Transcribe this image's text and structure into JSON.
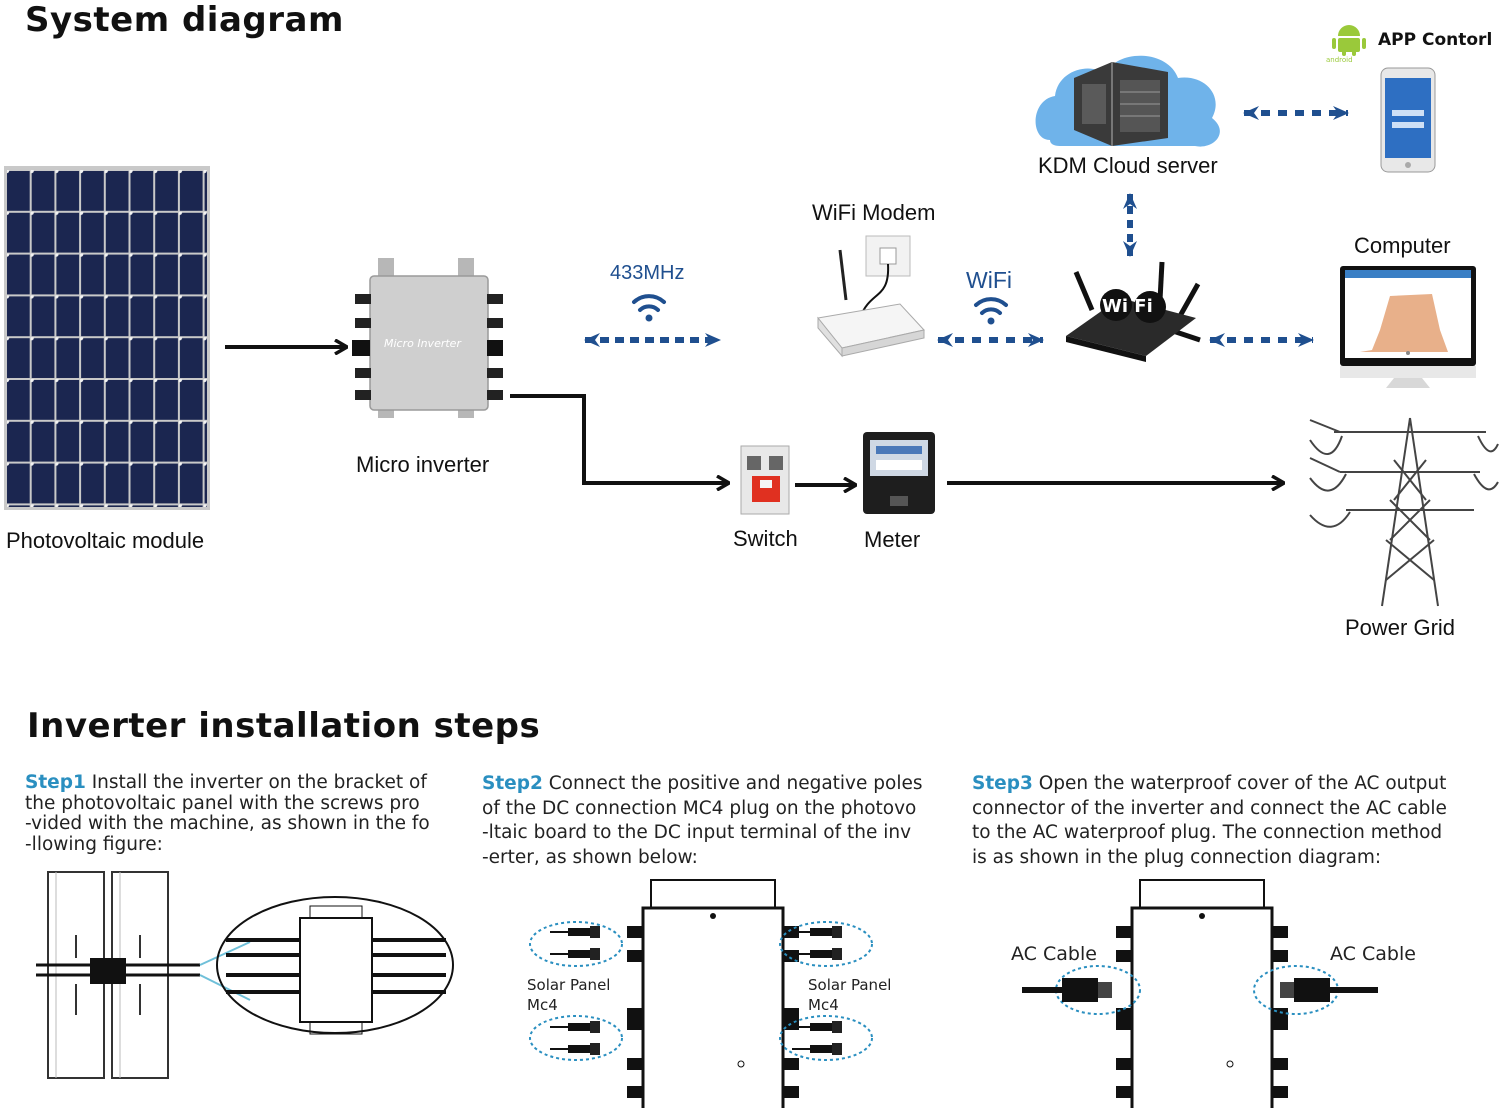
{
  "system": {
    "title": "System diagram",
    "labels": {
      "pv": "Photovoltaic module",
      "micro": "Micro inverter",
      "micro_device_text": "Micro Inverter",
      "freq": "433MHz",
      "modem": "WiFi Modem",
      "wifi": "WiFi",
      "router_text": "Wi Fi",
      "cloud": "KDM Cloud server",
      "app": "APP Contorl",
      "android": "android",
      "computer": "Computer",
      "switch": "Switch",
      "meter": "Meter",
      "grid": "Power Grid"
    }
  },
  "install": {
    "title": "Inverter installation steps",
    "steps": [
      {
        "tag": "Step1",
        "lines": [
          " Install the inverter on the bracket of",
          "the photovoltaic panel with the screws pro",
          "-vided with the machine, as shown in the fo",
          "-llowing figure:"
        ]
      },
      {
        "tag": "Step2",
        "lines": [
          " Connect the positive and negative poles",
          "of the DC connection MC4 plug on the photovo",
          "-ltaic board to the DC input terminal of the inv",
          "-erter, as shown below:"
        ]
      },
      {
        "tag": "Step3",
        "lines": [
          " Open the waterproof cover of the AC output",
          "connector of the inverter and connect the AC cable",
          "to the AC waterproof plug. The connection method",
          "is as shown in the plug connection diagram:"
        ]
      }
    ],
    "step2_labels": {
      "left_title": "Solar Panel",
      "left_sub": "Mc4",
      "right_title": "Solar Panel",
      "right_sub": "Mc4"
    },
    "step3_labels": {
      "left": "AC Cable",
      "right": "AC Cable"
    }
  },
  "colors": {
    "arrow_black": "#111111",
    "dotted_blue": "#1f4f8f",
    "step_accent": "#2a8fc0",
    "panel_cell": "#1a2244",
    "cloud_blue": "#5aa8e6"
  }
}
